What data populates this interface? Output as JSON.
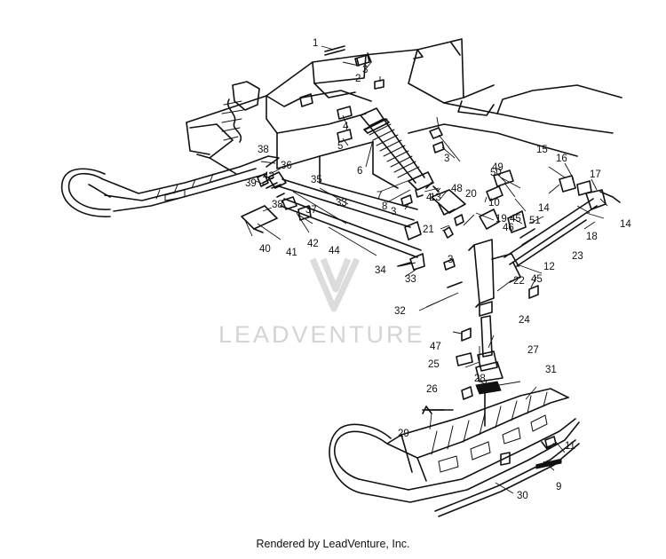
{
  "watermark": {
    "text": "LEADVENTURE"
  },
  "footer": {
    "text": "Rendered by LeadVenture, Inc."
  },
  "labels": [
    "1",
    "2",
    "3",
    "3",
    "3",
    "3",
    "4",
    "4",
    "5",
    "6",
    "7",
    "8",
    "9",
    "10",
    "11",
    "12",
    "13",
    "14",
    "14",
    "15",
    "16",
    "17",
    "18",
    "19",
    "20",
    "21",
    "22",
    "23",
    "24",
    "25",
    "26",
    "27",
    "28",
    "29",
    "30",
    "31",
    "32",
    "33",
    "33",
    "34",
    "35",
    "36",
    "37",
    "38",
    "38",
    "39",
    "40",
    "41",
    "42",
    "43",
    "44",
    "45",
    "45",
    "46",
    "47",
    "48",
    "49",
    "50",
    "51"
  ]
}
